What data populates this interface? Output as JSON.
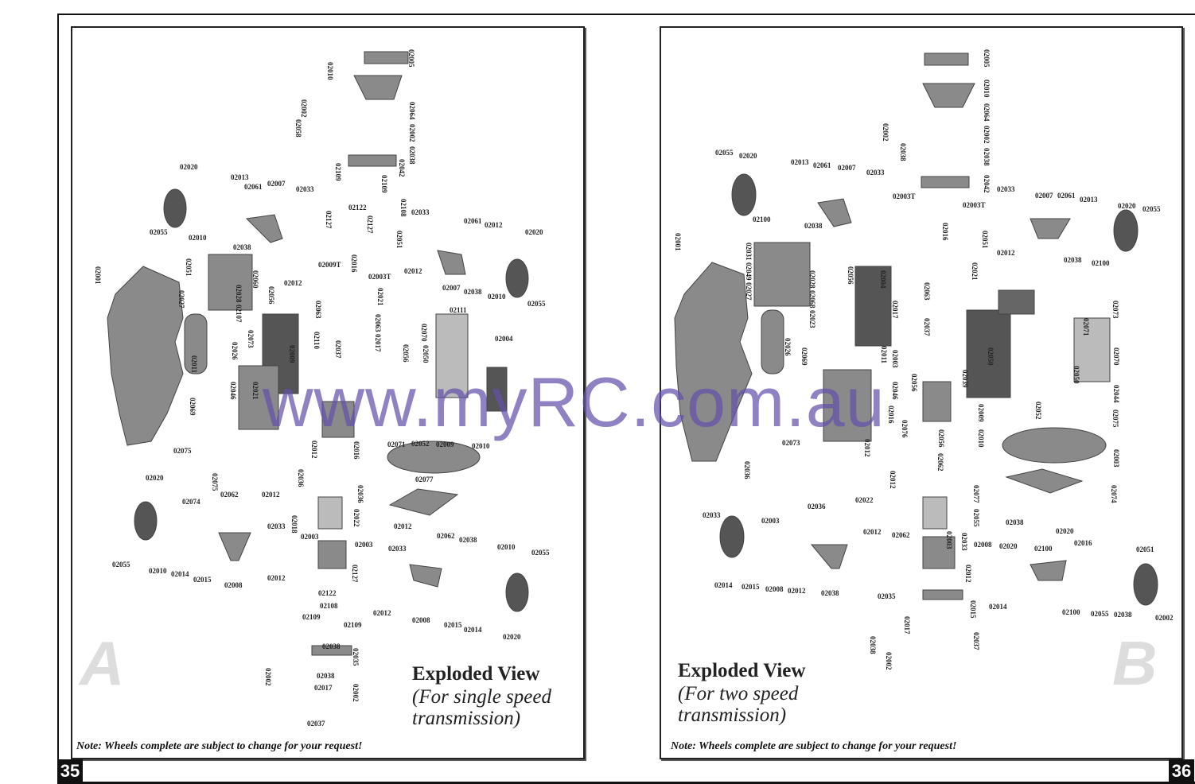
{
  "watermark": "www.myRC.com.au",
  "page_a": {
    "page_number": "35",
    "letter": "A",
    "title": "Exploded View",
    "subtitle_line1": "(For single speed",
    "subtitle_line2": "transmission)",
    "note": "Note: Wheels complete are subject to change for your request!",
    "part_labels": [
      "02005",
      "02010",
      "02002",
      "02058",
      "02064",
      "02002",
      "02038",
      "02042",
      "02109",
      "02109",
      "02020",
      "02013",
      "02061",
      "02007",
      "02033",
      "02122",
      "02108",
      "02033",
      "02055",
      "02010",
      "02038",
      "02127",
      "02127",
      "02051",
      "02061",
      "02012",
      "02020",
      "02001",
      "02051",
      "02012",
      "02009T",
      "02016",
      "02003T",
      "02012",
      "02007",
      "02038",
      "02010",
      "02055",
      "02027",
      "02028",
      "02107",
      "02060",
      "02056",
      "02063",
      "02021",
      "02111",
      "02073",
      "02026",
      "02011",
      "02110",
      "02063",
      "02017",
      "02070",
      "02004",
      "02037",
      "02050",
      "02069",
      "02046",
      "02009",
      "02021",
      "02056",
      "02071",
      "02052",
      "02009",
      "02010",
      "02012",
      "02016",
      "02075",
      "02020",
      "02074",
      "02062",
      "02012",
      "02075",
      "02036",
      "02036",
      "02022",
      "02077",
      "02033",
      "02018",
      "02003",
      "02003",
      "02033",
      "02012",
      "02062",
      "02038",
      "02010",
      "02055",
      "02055",
      "02010",
      "02014",
      "02015",
      "02008",
      "02012",
      "02122",
      "02108",
      "02127",
      "02012",
      "02008",
      "02015",
      "02014",
      "02020",
      "02109",
      "02109",
      "02038",
      "02035",
      "02002",
      "02038",
      "02017",
      "02002",
      "02037"
    ]
  },
  "page_b": {
    "page_number": "36",
    "letter": "B",
    "title": "Exploded View",
    "subtitle_line1": "(For two speed",
    "subtitle_line2": "transmission)",
    "note": "Note: Wheels complete are subject to change for your request!",
    "part_labels": [
      "02005",
      "02010",
      "02064",
      "02002",
      "02038",
      "02002",
      "02038",
      "02042",
      "02055",
      "02020",
      "02013",
      "02061",
      "02007",
      "02033",
      "02003T",
      "02003T",
      "02033",
      "02007",
      "02061",
      "02013",
      "02020",
      "02055",
      "02100",
      "02038",
      "02016",
      "02051",
      "02012",
      "02038",
      "02100",
      "02001",
      "02031",
      "02049",
      "02027",
      "02028",
      "02068",
      "02023",
      "02056",
      "02004",
      "02063",
      "02021",
      "02073",
      "02017",
      "02037",
      "02071",
      "02026",
      "02011",
      "02003",
      "02050",
      "02050",
      "02070",
      "02044",
      "02056",
      "02039",
      "02046",
      "02069",
      "02073",
      "02012",
      "02016",
      "02076",
      "02056",
      "02009",
      "02010",
      "02052",
      "02075",
      "02003",
      "02036",
      "02062",
      "02012",
      "02036",
      "02022",
      "02077",
      "02055",
      "02074",
      "02033",
      "02003",
      "02012",
      "02062",
      "02038",
      "02020",
      "02016",
      "02051",
      "02003",
      "02033",
      "02008",
      "02020",
      "02100",
      "02014",
      "02015",
      "02008",
      "02012",
      "02038",
      "02035",
      "02012",
      "02015",
      "02014",
      "02100",
      "02055",
      "02038",
      "02002",
      "02017",
      "02038",
      "02002",
      "02037"
    ]
  },
  "colors": {
    "line": "#111111",
    "part_gray": "#8a8a8a",
    "letter_gray": "#dddddd",
    "watermark": "#6450aa"
  }
}
